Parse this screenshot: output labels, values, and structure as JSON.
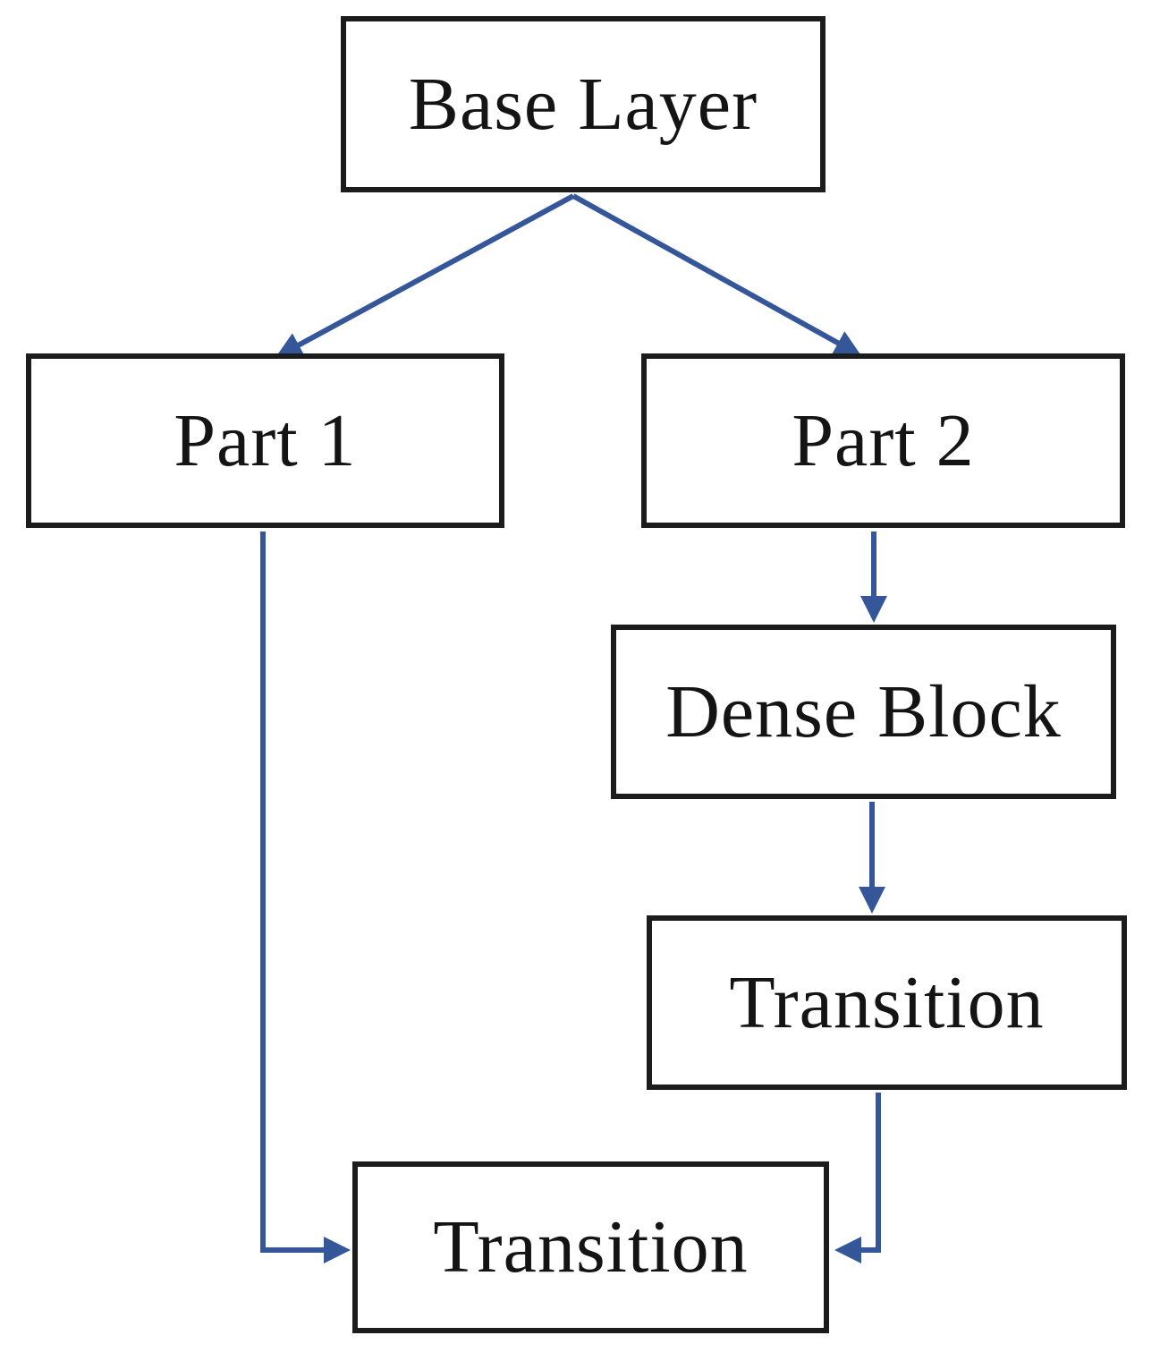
{
  "figure": {
    "type": "flowchart",
    "background": "#ffffff"
  },
  "colors": {
    "arrow": "#35579a",
    "box_border": "#1c1c1c",
    "box_fill": "#ffffff",
    "text": "#141414"
  },
  "nodes": {
    "base_layer": {
      "label": "Base Layer"
    },
    "part_1": {
      "label": "Part 1"
    },
    "part_2": {
      "label": "Part 2"
    },
    "dense_block": {
      "label": "Dense Block"
    },
    "transition_right": {
      "label": "Transition"
    },
    "transition_bottom": {
      "label": "Transition"
    }
  },
  "edges": [
    {
      "from": "base_layer",
      "to": "part_1"
    },
    {
      "from": "base_layer",
      "to": "part_2"
    },
    {
      "from": "part_2",
      "to": "dense_block"
    },
    {
      "from": "dense_block",
      "to": "transition_right"
    },
    {
      "from": "part_1",
      "to": "transition_bottom"
    },
    {
      "from": "transition_right",
      "to": "transition_bottom"
    }
  ]
}
